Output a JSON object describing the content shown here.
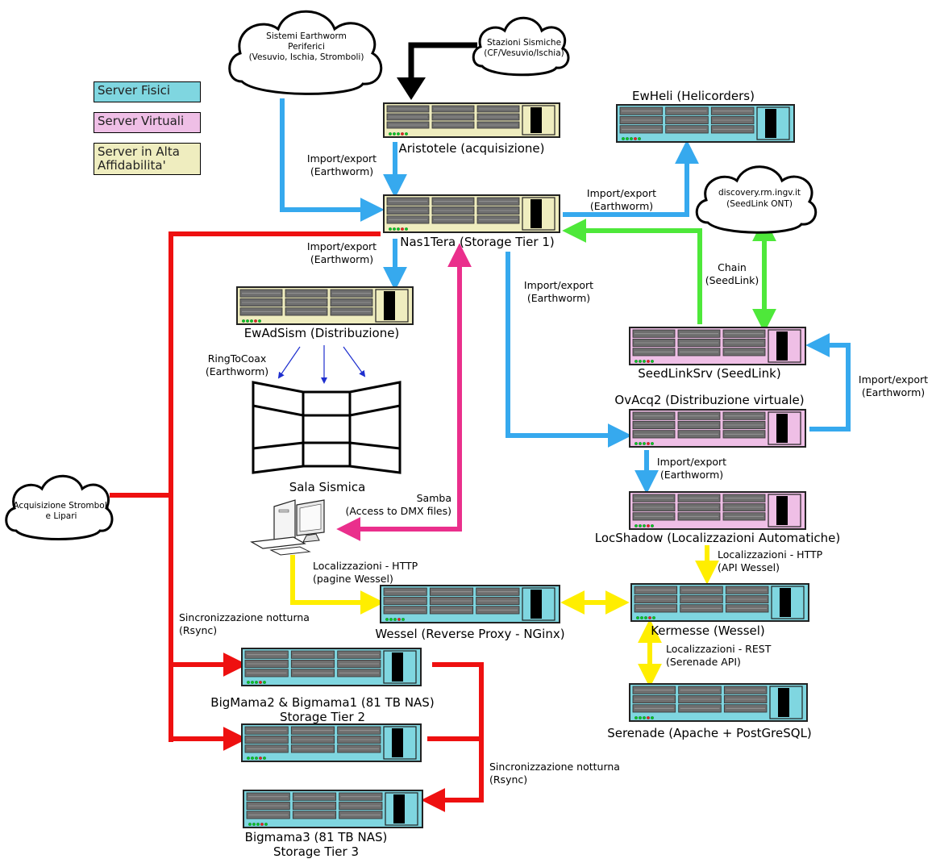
{
  "legend": [
    {
      "label": "Server Fisici",
      "color": "#7fd6e0"
    },
    {
      "label": "Server Virtuali",
      "color": "#efbfe6"
    },
    {
      "label": "Server in Alta Affidabilita'",
      "color": "#efedbf"
    }
  ],
  "colors": {
    "fisici": "#7fd6e0",
    "virtuali": "#efbfe6",
    "alta_affidabilita": "#efedbf",
    "earthworm_arrow": "#36a9ee",
    "seedlink_arrow": "#4ee83a",
    "rsync_arrow": "#ee1010",
    "http_arrow": "#ffee00",
    "samba_arrow": "#ea2f8c",
    "ringtocoax_arrow": "#1e2fcf",
    "input_arrow": "#000000"
  },
  "clouds": {
    "earthworm": {
      "line1": "Sistemi Earthworm",
      "line2": "Periferici",
      "line3": "(Vesuvio, Ischia, Stromboli)"
    },
    "stazioni": {
      "line1": "Stazioni Sismiche",
      "line2": "(CF/Vesuvio/Ischia)"
    },
    "discovery": {
      "line1": "discovery.rm.ingv.it",
      "line2": "(SeedLink ONT)"
    },
    "stromboli": {
      "line1": "Acquisizione Stromboli",
      "line2": "e Lipari"
    }
  },
  "servers": {
    "aristotele": {
      "name": "Aristotele (acquisizione)",
      "type": "alta_affidabilita"
    },
    "nas1tera": {
      "name": "Nas1Tera (Storage Tier 1)",
      "type": "alta_affidabilita"
    },
    "ewadsism": {
      "name": "EwAdSism (Distribuzione)",
      "type": "alta_affidabilita"
    },
    "ewheli": {
      "name": "EwHeli (Helicorders)",
      "type": "fisici"
    },
    "seedlinksrv": {
      "name": "SeedLinkSrv (SeedLink)",
      "type": "virtuali"
    },
    "ovacq2": {
      "name": "OvAcq2 (Distribuzione virtuale)",
      "type": "virtuali"
    },
    "locshadow": {
      "name": "LocShadow (Localizzazioni Automatiche)",
      "type": "virtuali"
    },
    "wessel": {
      "name": "Wessel (Reverse Proxy - NGinx)",
      "type": "fisici"
    },
    "kermesse": {
      "name": "Kermesse (Wessel)",
      "type": "fisici"
    },
    "serenade": {
      "name": "Serenade (Apache + PostGreSQL)",
      "type": "fisici"
    },
    "bigmama2": {
      "line1": "BigMama2 & Bigmama1 (81 TB NAS)",
      "line2": "Storage Tier 2",
      "type": "fisici"
    },
    "bigmama3": {
      "line1": "Bigmama3 (81 TB NAS)",
      "line2": "Storage Tier 3",
      "type": "fisici"
    }
  },
  "sala_sismica": "Sala Sismica",
  "labels": {
    "ie1": {
      "line1": "Import/export",
      "line2": "(Earthworm)"
    },
    "ie2": {
      "line1": "Import/export",
      "line2": "(Earthworm)"
    },
    "ie3": {
      "line1": "Import/export",
      "line2": "(Earthworm)"
    },
    "ie4": {
      "line1": "Import/export",
      "line2": "(Earthworm)"
    },
    "ie5": {
      "line1": "Import/export",
      "line2": "(Earthworm)"
    },
    "ie6": {
      "line1": "Import/export",
      "line2": "(Earthworm)"
    },
    "chain": {
      "line1": "Chain",
      "line2": "(SeedLink)"
    },
    "ringtocoax": {
      "line1": "RingToCoax",
      "line2": "(Earthworm)"
    },
    "samba": {
      "line1": "Samba",
      "line2": "(Access to DMX files)"
    },
    "http_wessel": {
      "line1": "Localizzazioni - HTTP",
      "line2": "(pagine Wessel)"
    },
    "http_api": {
      "line1": "Localizzazioni - HTTP",
      "line2": "(API Wessel)"
    },
    "rest": {
      "line1": "Localizzazioni - REST",
      "line2": "(Serenade API)"
    },
    "rsync1": {
      "line1": "Sincronizzazione notturna",
      "line2": "(Rsync)"
    },
    "rsync2": {
      "line1": "Sincronizzazione notturna",
      "line2": "(Rsync)"
    }
  }
}
